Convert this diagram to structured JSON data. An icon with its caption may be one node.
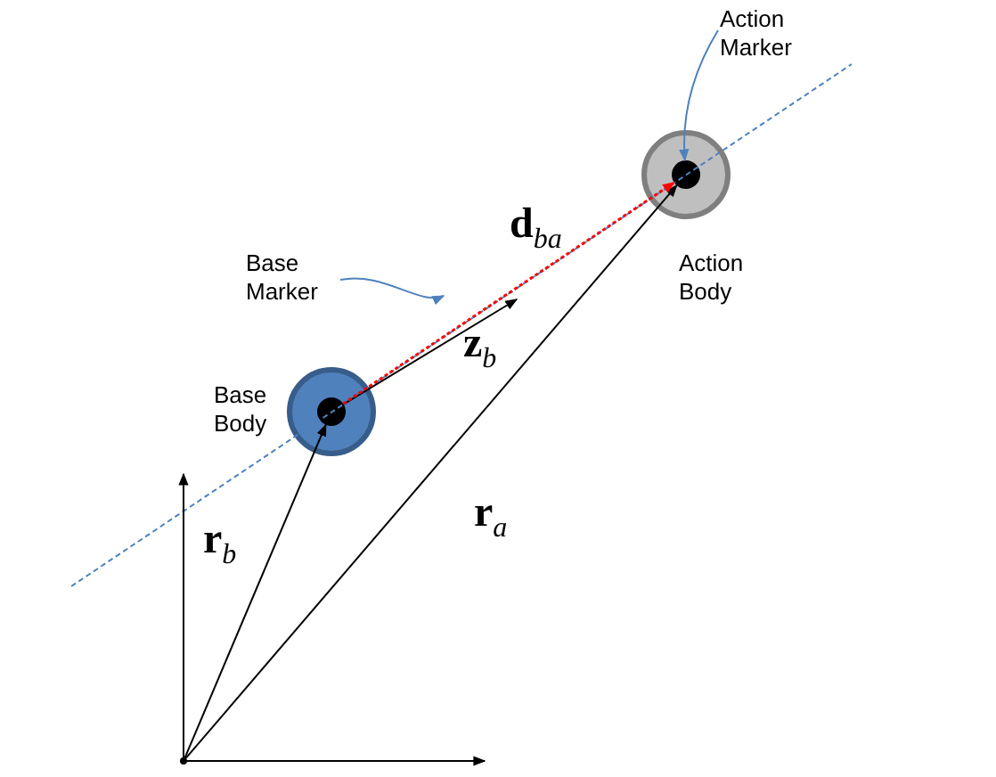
{
  "diagram": {
    "nodes": [
      {
        "text": [],
        "shape": "point"
      },
      {
        "text": [],
        "shape": "circle",
        "beside": [
          "Base Body"
        ]
      },
      {
        "text": [],
        "shape": "circle",
        "in": 1
      },
      {
        "text": [],
        "shape": "circle",
        "beside": [
          "Action Body"
        ]
      },
      {
        "text": [],
        "shape": "circle",
        "in": 3
      },
      {
        "text": [
          "Base Marker"
        ]
      },
      {
        "text": [
          "Action Marker"
        ]
      }
    ],
    "edges": [
      {
        "from": 0,
        "to": 2,
        "arrow": "to",
        "label": "**r**$_{b}$"
      },
      {
        "from": 0,
        "to": 4,
        "arrow": "to",
        "label": "**r**$_{a}$"
      },
      {
        "from": 2,
        "to": null,
        "arrow": "to",
        "label": "**z**$_{b}$"
      },
      {
        "from": 2,
        "to": 4,
        "arrow": "to",
        "label": "**d**$_{ba}$",
        "style": "dashed",
        "color": "#ff0000"
      },
      {
        "from": 5,
        "to": null,
        "arrow": "to",
        "color": "#4f81bd"
      },
      {
        "from": 6,
        "to": 4,
        "arrow": "to",
        "color": "#4f81bd"
      }
    ]
  }
}
